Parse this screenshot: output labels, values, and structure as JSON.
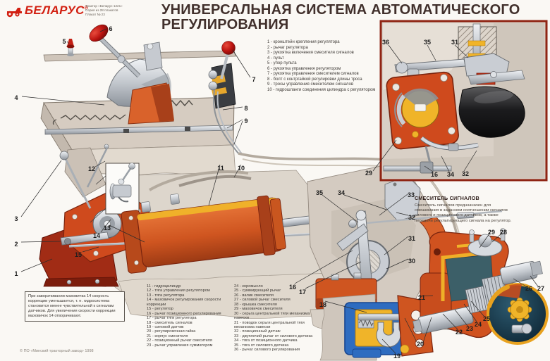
{
  "header": {
    "brand": "БЕЛАРУС",
    "brand_reg": "®",
    "meta_lines": [
      "Трактор «Беларус-1221»",
      "Серия из 28 плакатов",
      "Плакат № 23"
    ],
    "title_line1": "УНИВЕРСАЛЬНАЯ СИСТЕМА АВТОМАТИЧЕСКОГО",
    "title_line2": "РЕГУЛИРОВАНИЯ"
  },
  "legend_top": [
    "1 - кронштейн крепления регулятора",
    "2 - рычаг регулятора",
    "3 - рукоятка включения смесителя сигналов",
    "4 - пульт",
    "5 - упор пульта",
    "6 - рукоятка управления регулятором",
    "7 - рукоятка управления смесителем сигналов",
    "8 - болт с контргайкой регулировки длины троса",
    "9 - тросы управления смесителем сигналов",
    "10 - гидрошланги соединения цилиндра с регулятором"
  ],
  "legend_bottom_left": [
    "11 - гидроцилиндр",
    "12 - тяга управления регулятором",
    "13 - тяга регулятора",
    "14 - маховичок регулирования скорости коррекции",
    "15 - регулятор",
    "16 - рычаг позиционного регулирования",
    "17 - рычаг тяги регулятора",
    "18 - смеситель сигналов",
    "19 - силовой датчик",
    "20 - регулировочная гайка",
    "21 - корпус смесителя",
    "22 - позиционный рычаг смесителя",
    "23 - рычаг управления сумматором"
  ],
  "legend_bottom_right": [
    "24 - коромысло",
    "25 - суммирующий рычаг",
    "26 - валик смесителя",
    "27 - силовой рычаг смесителя",
    "28 - крышка смесителя",
    "29 - маховичок смесителя",
    "30 - серьга центральной тяги механизма навески",
    "31 - поводок серьги центральной тяги механизма навески",
    "32 - позиционный датчик",
    "33 - двуплечий рычаг от силового датчика",
    "34 - тяга от позиционного датчика",
    "35 - тяга от силового датчика",
    "36 - рычаг силового регулирования"
  ],
  "note_box": "При заворачивании маховичка 14 скорость коррекции уменьшается, т. е. гидросистема становится менее чувствительной к сигналам датчиков. Для увеличения скорости коррекции маховичок 14 отворачивают.",
  "mixer_info": {
    "heading": "СМЕСИТЕЛЬ СИГНАЛОВ",
    "body": "Смеситель сигналов предназначен для смешивания в заданном соотношении сигналов силового и позиционного датчиков, а также передачи результирующего сигнала на регулятор."
  },
  "footer": "© ПО «Минский тракторный завод» 1998",
  "callouts": {
    "n1": "1",
    "n2": "2",
    "n3": "3",
    "n4": "4",
    "n5": "5",
    "n6": "6",
    "n7": "7",
    "n8": "8",
    "n9": "9",
    "n10": "10",
    "n11": "11",
    "n12": "12",
    "n13": "13",
    "n14": "14",
    "n15": "15",
    "n16": "16",
    "n17": "17",
    "n18": "18",
    "n19": "19",
    "n20": "20",
    "n21": "21",
    "n22": "22",
    "n23": "23",
    "n24": "24",
    "n25": "25",
    "n26": "26",
    "n27": "27",
    "n28": "28",
    "n29": "29",
    "n30": "30",
    "n31": "31",
    "n32": "32",
    "n33": "33",
    "n34": "34",
    "n35": "35",
    "n36": "36"
  },
  "colors": {
    "brand_red": "#d21f11",
    "title_brown": "#41302c",
    "machine_orange": "#d0521f",
    "accent_yellow": "#f0b429",
    "sensor_blue": "#2e6cc0",
    "inset_border": "#8f2413"
  }
}
